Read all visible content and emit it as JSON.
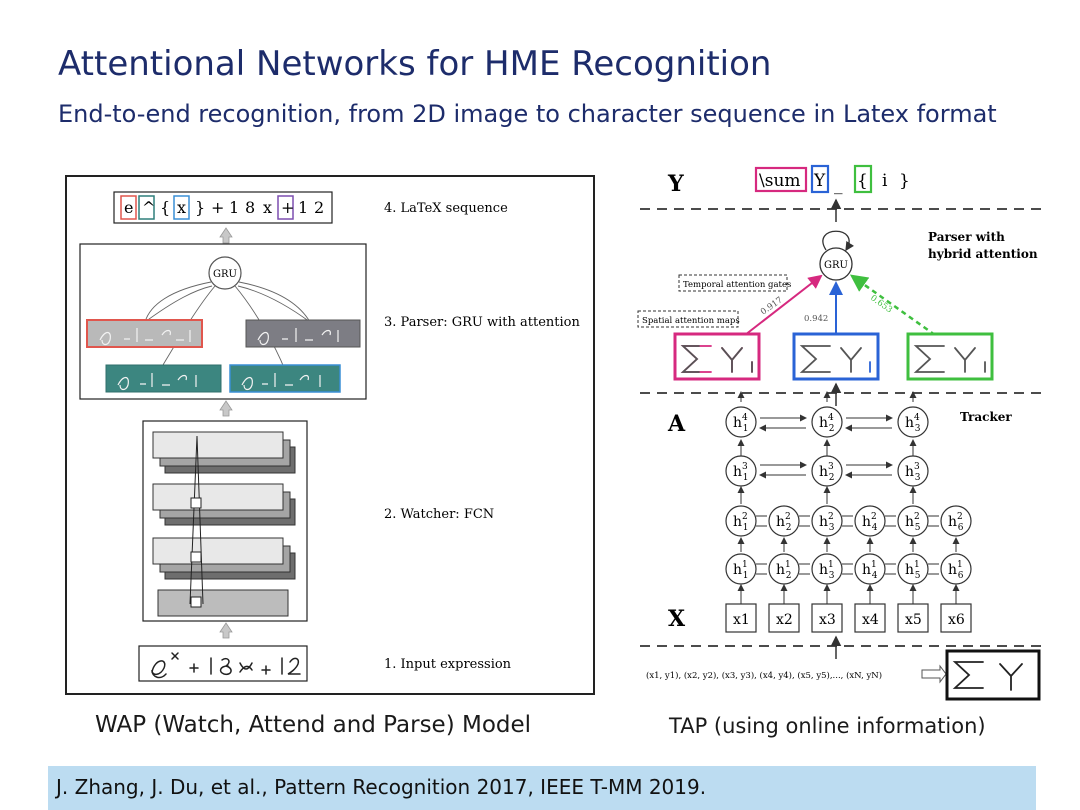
{
  "header": {
    "title": "Attentional Networks for HME Recognition",
    "subtitle": "End-to-end recognition, from 2D image to character sequence in Latex format"
  },
  "wap": {
    "caption": "WAP (Watch, Attend and Parse) Model",
    "stages": [
      {
        "label": "4. LaTeX sequence"
      },
      {
        "label": "3. Parser: GRU with attention"
      },
      {
        "label": "2. Watcher: FCN"
      },
      {
        "label": "1. Input expression"
      }
    ],
    "latex_tokens": [
      "e",
      "^",
      "{",
      "x",
      "}",
      "+",
      "1",
      "8",
      "x",
      "+",
      "1",
      "2"
    ],
    "gru_label": "GRU",
    "input_expression": "e^x + 18x + 12"
  },
  "tap": {
    "caption": "TAP (using online information)",
    "row_labels": {
      "y": "Y",
      "a": "A",
      "x": "X"
    },
    "output_tokens": [
      "\\sum",
      "Y",
      "_",
      "{",
      "i",
      "}"
    ],
    "parser_label": [
      "Parser with",
      "hybrid attention"
    ],
    "gru_label": "GRU",
    "temporal_label": "Temporal attention gates",
    "spatial_label": "Spatial attention maps",
    "weights": [
      "0.917",
      "0.942",
      "0.653"
    ],
    "tracker_label": "Tracker",
    "inputs": [
      "x1",
      "x2",
      "x3",
      "x4",
      "x5",
      "x6"
    ],
    "input_sequence": "(x1, y1), (x2, y2), (x3, y3), (x4, y4), (x5, y5),..., (xN, yN)"
  },
  "footer": {
    "reference": "J. Zhang, J. Du, et al., Pattern Recognition 2017, IEEE T-MM 2019."
  },
  "colors": {
    "title": "#1d2c6b",
    "ref_bar": "#bcdcf1",
    "pink": "#d6297f",
    "blue": "#2a63d6",
    "green": "#3fbf3f",
    "teal": "#2f7f7b",
    "gray": "#7d7d84",
    "red": "#e0564d"
  }
}
